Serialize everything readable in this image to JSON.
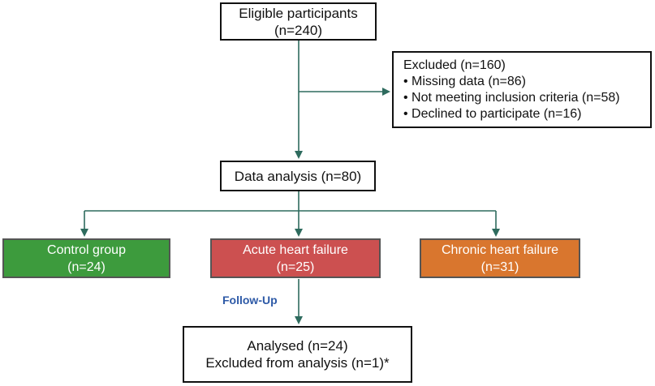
{
  "colors": {
    "connector": "#2e6b5e",
    "control": "#3d9b3d",
    "acute": "#cc5050",
    "chronic": "#d9762e",
    "followup_text": "#2e5aa7"
  },
  "eligible": {
    "line1": "Eligible participants",
    "line2": "(n=240)"
  },
  "excluded": {
    "title": "Excluded (n=160)",
    "items": [
      "• Missing data (n=86)",
      "• Not meeting inclusion criteria (n=58)",
      "• Declined to participate (n=16)"
    ]
  },
  "analysis": {
    "label": "Data analysis (n=80)"
  },
  "groups": [
    {
      "line1": "Control group",
      "line2": "(n=24)"
    },
    {
      "line1": "Acute heart failure",
      "line2": "(n=25)"
    },
    {
      "line1": "Chronic heart failure",
      "line2": "(n=31)"
    }
  ],
  "followup": {
    "label": "Follow-Up"
  },
  "analysed": {
    "line1": "Analysed (n=24)",
    "line2": "Excluded from analysis (n=1)*"
  }
}
